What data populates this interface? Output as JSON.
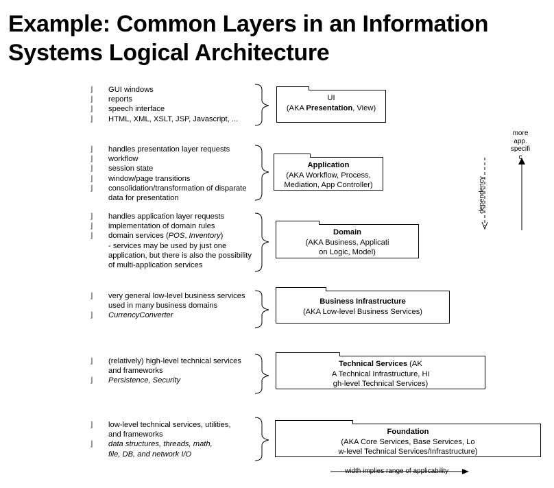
{
  "title": {
    "line1": "Example: Common Layers in an Information",
    "line2": "Systems Logical Architecture"
  },
  "layers": [
    {
      "id": "ui",
      "bullets": [
        {
          "mark": "⌋",
          "text": "GUI windows"
        },
        {
          "mark": "⌋",
          "text": "reports"
        },
        {
          "mark": "⌋",
          "text": "speech interface"
        },
        {
          "mark": "⌋",
          "text": "HTML, XML, XSLT, JSP, Javascript, ..."
        }
      ],
      "box_name": "UI",
      "box_pre": "(AKA ",
      "box_bold": "Presentation",
      "box_post": ", View)"
    },
    {
      "id": "application",
      "bullets": [
        {
          "mark": "⌋",
          "text": "handles presentation layer requests"
        },
        {
          "mark": "⌋",
          "text": "workflow"
        },
        {
          "mark": "⌋",
          "text": "session state"
        },
        {
          "mark": "⌋",
          "text": "window/page transitions"
        },
        {
          "mark": "⌋",
          "text": "consolidation/transformation of disparate"
        },
        {
          "mark": "",
          "text": "data for presentation"
        }
      ],
      "box_name": "Application",
      "box_lines": [
        "(AKA Workflow, Process,",
        "Mediation, App Controller)"
      ]
    },
    {
      "id": "domain",
      "bullets": [
        {
          "mark": "⌋",
          "text": "handles application layer requests"
        },
        {
          "mark": "⌋",
          "text": "implementation of domain rules"
        },
        {
          "mark": "⌋",
          "text_pre": "domain services (",
          "text_it1": "POS",
          "text_mid": ", ",
          "text_it2": "Inventory",
          "text_post": ")"
        },
        {
          "mark": "",
          "text": "- services may be used by just one"
        },
        {
          "mark": "",
          "text": "application, but there is also the possibility"
        },
        {
          "mark": "",
          "text": "of multi-application services"
        }
      ],
      "box_name": "Domain",
      "box_lines": [
        "(AKA Business,  Applicati",
        "on Logic, Model)"
      ]
    },
    {
      "id": "business-infrastructure",
      "bullets": [
        {
          "mark": "⌋",
          "text": "very general low-level business services"
        },
        {
          "mark": "",
          "text": "used in many business domains"
        },
        {
          "mark": "⌋",
          "text": "CurrencyConverter",
          "italic": true
        }
      ],
      "box_name": "Business Infrastructure",
      "box_lines": [
        "(AKA Low-level Business Services)"
      ]
    },
    {
      "id": "technical-services",
      "bullets": [
        {
          "mark": "⌋",
          "text": "(relatively) high-level technical services"
        },
        {
          "mark": "",
          "text": "and frameworks"
        },
        {
          "mark": "⌋",
          "text": "Persistence, Security",
          "italic": true
        }
      ],
      "box_name": "Technical Services",
      "box_name_suffix": "  (AK",
      "box_lines": [
        "A Technical Infrastructure,  Hi",
        "gh-level Technical Services)"
      ]
    },
    {
      "id": "foundation",
      "bullets": [
        {
          "mark": "⌋",
          "text": "low-level technical services, utilities,"
        },
        {
          "mark": "",
          "text": "and frameworks"
        },
        {
          "mark": "⌋",
          "text": "data structures, threads, math,",
          "italic": true
        },
        {
          "mark": "",
          "text": "file, DB, and network I/O",
          "italic": true
        }
      ],
      "box_name": "Foundation",
      "box_lines": [
        "(AKA Core Services, Base Services,  Lo",
        "w-level Technical Services/Infrastructure)"
      ]
    }
  ],
  "axis": {
    "more_line1": "more",
    "more_line2": "app.",
    "more_line3": "specifi",
    "more_line4": "c",
    "dependency": "dependency",
    "width_note": "width implies  range of applicability"
  }
}
